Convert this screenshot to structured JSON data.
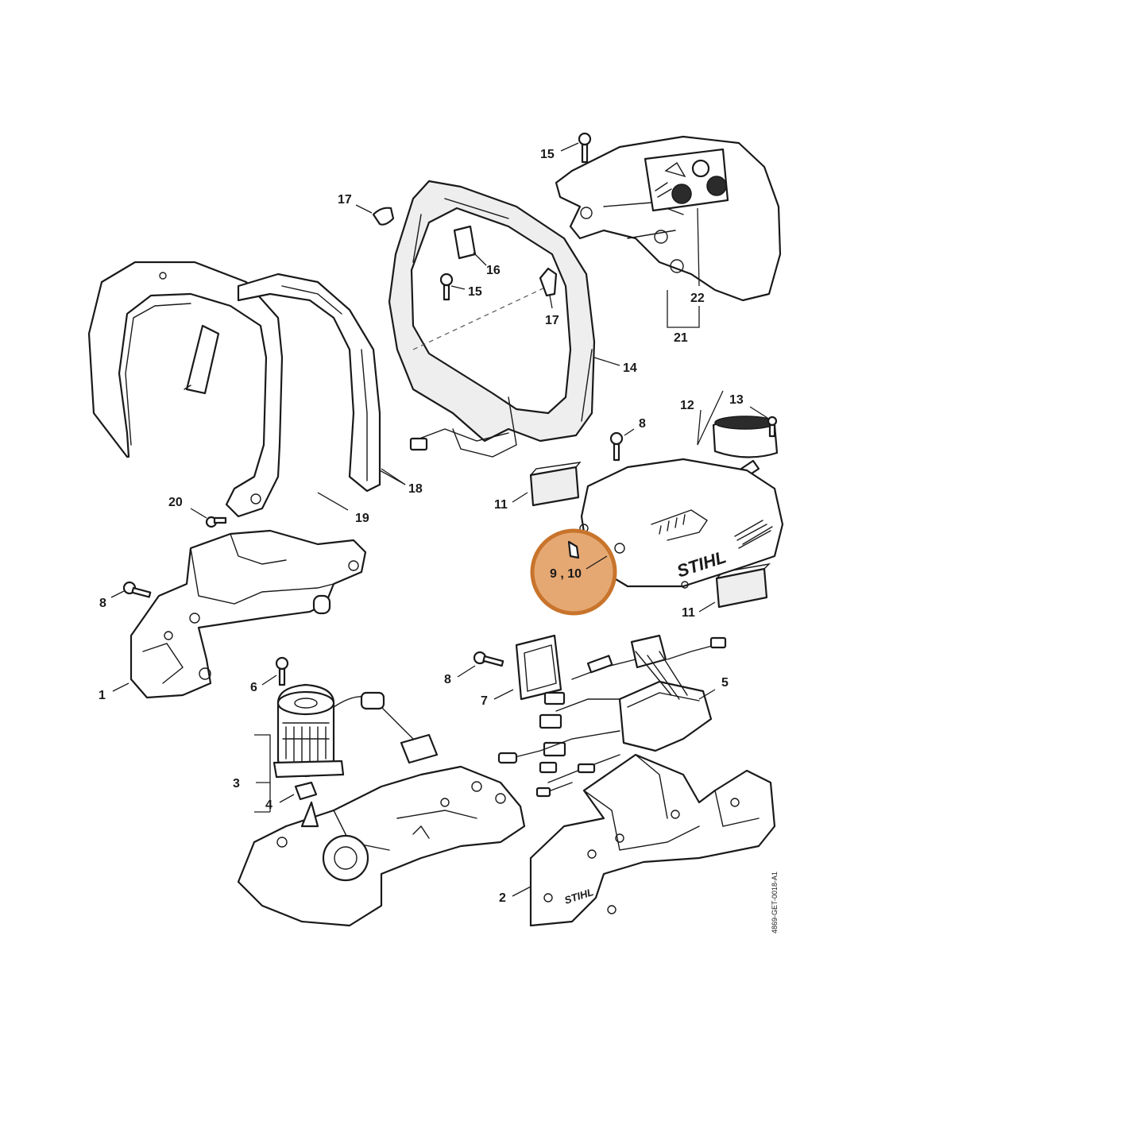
{
  "callouts": {
    "c1": "1",
    "c2": "2",
    "c3": "3",
    "c4": "4",
    "c5": "5",
    "c6": "6",
    "c7": "7",
    "c8a": "8",
    "c8b": "8",
    "c8c": "8",
    "c9_10": "9 , 10",
    "c11a": "11",
    "c11b": "11",
    "c12": "12",
    "c13": "13",
    "c14": "14",
    "c15a": "15",
    "c15b": "15",
    "c16": "16",
    "c17a": "17",
    "c17b": "17",
    "c18": "18",
    "c19": "19",
    "c20": "20",
    "c21": "21",
    "c22": "22"
  },
  "brand": {
    "motor_cover": "STIHL",
    "housing": "STIHL"
  },
  "drawing_code": "4869-GET-0018-A1",
  "highlight": {
    "target": "9 , 10",
    "color": "#c8742c",
    "fill": "#e6a872"
  },
  "colors": {
    "line": "#1a1a1a",
    "background": "#ffffff"
  }
}
